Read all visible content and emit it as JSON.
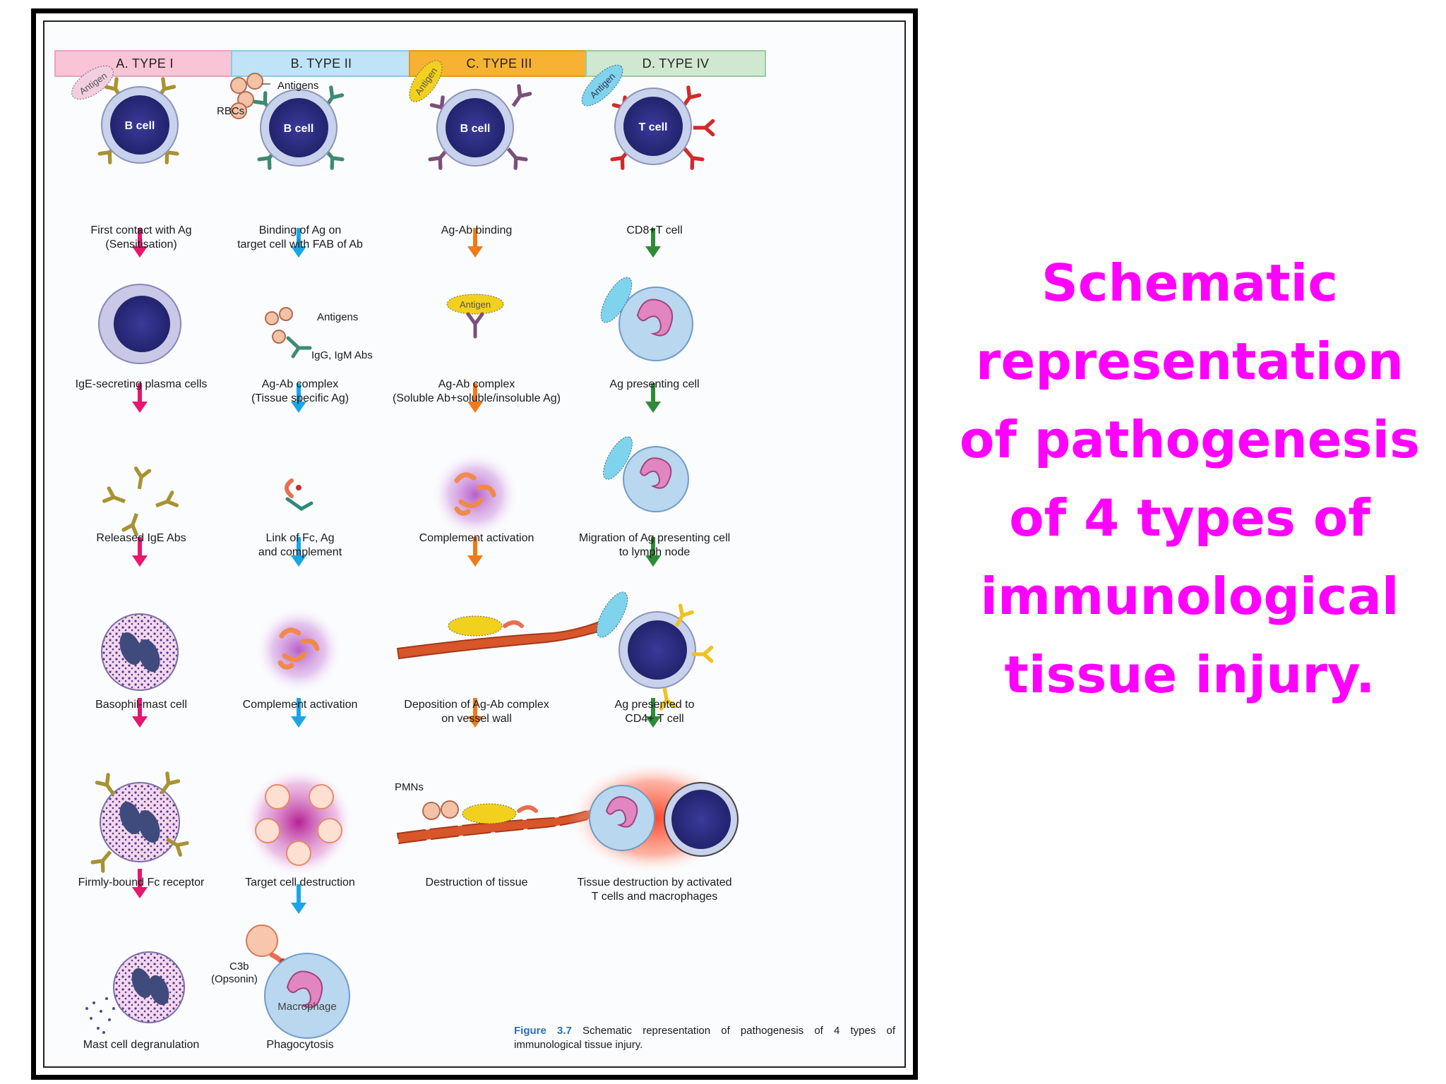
{
  "slide": {
    "side_title": "Schematic representation of pathogenesis of 4 types of immunological tissue injury.",
    "title_color": "#ff00ff"
  },
  "figure": {
    "headers": [
      "A. TYPE I",
      "B. TYPE II",
      "C. TYPE III",
      "D. TYPE IV"
    ],
    "arrow_colors": {
      "type1": "#e8166f",
      "type2": "#1aa6e6",
      "type3": "#ef7a1a",
      "type4": "#2e8b36"
    },
    "cell_labels": {
      "b_cell": "B cell",
      "t_cell": "T cell",
      "antigen": "Antigen",
      "macrophage": "Macrophage"
    },
    "annotations": {
      "antigens": "Antigens",
      "rbcs": "RBCs",
      "igg_igm": "IgG, IgM Abs",
      "pmns": "PMNs",
      "c3b": "C3b",
      "opsonin": "(Opsonin)"
    },
    "type1": [
      "First contact with Ag\n(Sensitisation)",
      "IgE-secreting plasma cells",
      "Released IgE Abs",
      "Basophil-mast cell",
      "Firmly-bound Fc receptor",
      "Mast cell degranulation"
    ],
    "type2": [
      "Binding of Ag on\ntarget cell with FAB of Ab",
      "Ag-Ab complex\n(Tissue specific Ag)",
      "Link of Fc, Ag\nand complement",
      "Complement activation",
      "Target cell destruction",
      "Phagocytosis"
    ],
    "type3": [
      "Ag-Ab binding",
      "Ag-Ab complex\n(Soluble Ab+soluble/insoluble Ag)",
      "Complement activation",
      "Deposition of Ag-Ab complex\non vessel wall",
      "Destruction of tissue"
    ],
    "type4": [
      "CD8+T cell",
      "Ag presenting cell",
      "Migration of Ag presenting cell\nto lymph node",
      "Ag presented to\nCD4+ T cell",
      "Tissue destruction by activated\nT cells and macrophages"
    ],
    "caption_ref": "Figure 3.7",
    "caption_text": "Schematic representation of pathogenesis of 4 types of immunological tissue injury."
  }
}
